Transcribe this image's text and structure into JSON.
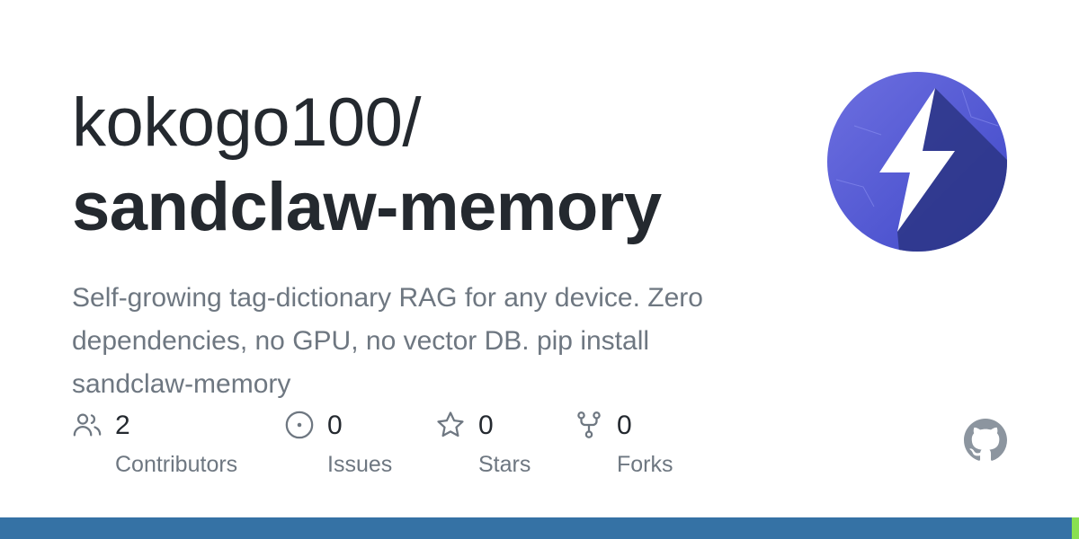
{
  "repo": {
    "owner": "kokogo100/",
    "name": "sandclaw-memory",
    "description": "Self-growing tag-dictionary RAG for any device. Zero dependencies, no GPU, no vector DB. pip install sandclaw-memory"
  },
  "stats": [
    {
      "count": "2",
      "label": "Contributors",
      "icon": "people-icon"
    },
    {
      "count": "0",
      "label": "Issues",
      "icon": "issue-icon"
    },
    {
      "count": "0",
      "label": "Stars",
      "icon": "star-icon"
    },
    {
      "count": "0",
      "label": "Forks",
      "icon": "fork-icon"
    }
  ],
  "colors": {
    "title": "#24292f",
    "muted": "#6e7781",
    "avatar_bg": "#4f57d6",
    "avatar_shadow": "#2c3585",
    "github_logo": "#8c959f"
  },
  "language_bar": [
    {
      "color": "#3572A5",
      "share": 0.993
    },
    {
      "color": "#89e051",
      "share": 0.007
    }
  ]
}
